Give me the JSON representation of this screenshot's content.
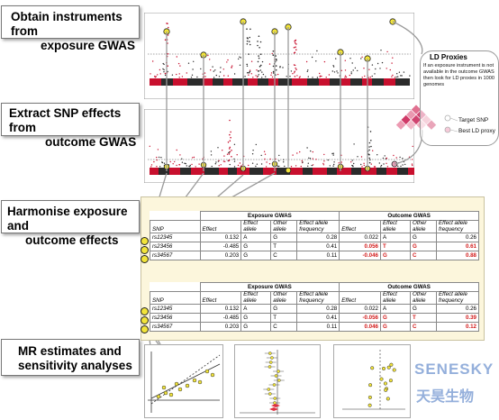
{
  "steps": {
    "s1": {
      "line1": "Obtain instruments from",
      "line2": "exposure GWAS"
    },
    "s2": {
      "line1": "Extract SNP effects from",
      "line2": "outcome GWAS"
    },
    "s3": {
      "line1": "Harmonise exposure and",
      "line2": "outcome effects"
    },
    "s4": {
      "line1": "MR estimates and",
      "line2": "sensitivity analyses"
    }
  },
  "ld": {
    "title": "LD Proxies",
    "description": "If an exposure instrument is not available in the outcome GWAS then look for LD proxies in 1000 genomes",
    "target_label": "Target SNP",
    "proxy_label": "Best LD proxy"
  },
  "table": {
    "exposure_header": "Exposure GWAS",
    "outcome_header": "Outcome GWAS",
    "col_snp": "SNP",
    "col_effect": "Effect",
    "col_effect_allele": "Effect allele",
    "col_other_allele": "Other allele",
    "col_eaf": "Effect allele frequency",
    "before": [
      {
        "snp": "rs12345",
        "e_beta": "0.132",
        "e_ea": "A",
        "e_oa": "G",
        "e_eaf": "0.28",
        "o_beta": "0.022",
        "o_ea": "A",
        "o_oa": "G",
        "o_eaf": "0.26"
      },
      {
        "snp": "rs23456",
        "e_beta": "-0.485",
        "e_ea": "G",
        "e_oa": "T",
        "e_eaf": "0.41",
        "o_beta": "0.056",
        "o_ea": "T",
        "o_oa": "G",
        "o_eaf": "0.61"
      },
      {
        "snp": "rs34567",
        "e_beta": "0.203",
        "e_ea": "G",
        "e_oa": "C",
        "e_eaf": "0.11",
        "o_beta": "-0.046",
        "o_ea": "G",
        "o_oa": "C",
        "o_eaf": "0.88"
      }
    ],
    "after": [
      {
        "snp": "rs12345",
        "e_beta": "0.132",
        "e_ea": "A",
        "e_oa": "G",
        "e_eaf": "0.28",
        "o_beta": "0.022",
        "o_ea": "A",
        "o_oa": "G",
        "o_eaf": "0.26"
      },
      {
        "snp": "rs23456",
        "e_beta": "-0.485",
        "e_ea": "G",
        "e_oa": "T",
        "e_eaf": "0.41",
        "o_beta": "-0.056",
        "o_ea": "G",
        "o_oa": "T",
        "o_eaf": "0.39"
      },
      {
        "snp": "rs34567",
        "e_beta": "0.203",
        "e_ea": "G",
        "e_oa": "C",
        "e_eaf": "0.11",
        "o_beta": "0.046",
        "o_ea": "G",
        "o_oa": "C",
        "o_eaf": "0.12"
      }
    ]
  },
  "watermark": {
    "line1": "SENESKY",
    "line2": "天昊生物"
  },
  "colors": {
    "red": "#c8102e",
    "dark": "#2b2b2b",
    "yellow": "#f2e43a",
    "cream": "#fcf6dc",
    "pink": "#e06080"
  }
}
